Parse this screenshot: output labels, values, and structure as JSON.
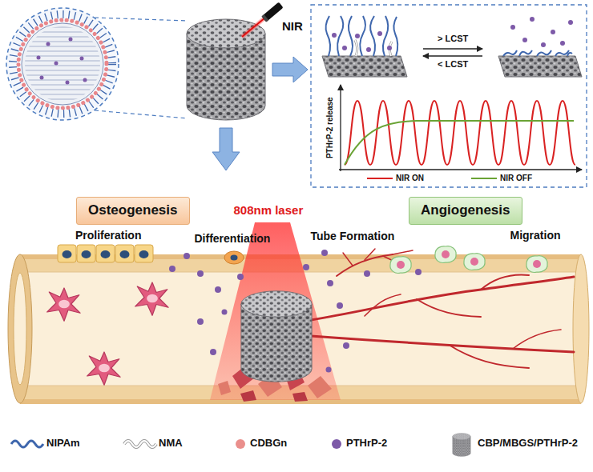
{
  "diagram": {
    "nodes": [
      {
        "text": [
          "Osteogenesis"
        ]
      },
      {
        "text": [
          "Angiogenesis"
        ]
      }
    ],
    "labels": [
      "NIR",
      "> LCST",
      "< LCST",
      "PTHrP-2 release",
      "808nm laser",
      "Proliferation",
      "Differentiation",
      "Tube Formation",
      "Migration"
    ],
    "legend": [
      {
        "text": "NIR ON"
      },
      {
        "text": "NIR OFF"
      },
      {
        "text": "NIPAm"
      },
      {
        "text": "NMA"
      },
      {
        "text": "CDBGn"
      },
      {
        "text": "PTHrP-2"
      },
      {
        "text": "CBP/MBGS/PTHrP-2"
      }
    ]
  }
}
